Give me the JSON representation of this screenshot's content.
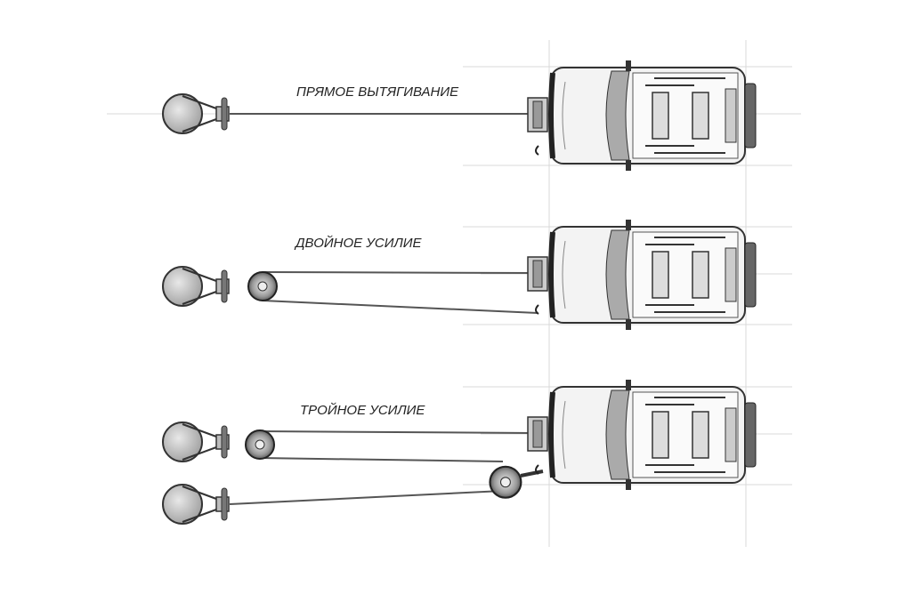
{
  "diagram": {
    "rows": [
      {
        "label": "ПРЯМОЕ ВЫТЯГИВАНИЕ"
      },
      {
        "label": "ДВОЙНОЕ УСИЛИЕ"
      },
      {
        "label": "ТРОЙНОЕ УСИЛИЕ"
      }
    ],
    "colors": {
      "ink": "#333333",
      "rope": "#555555",
      "grid": "#d8d8d8",
      "body": "#f3f3f3"
    }
  }
}
